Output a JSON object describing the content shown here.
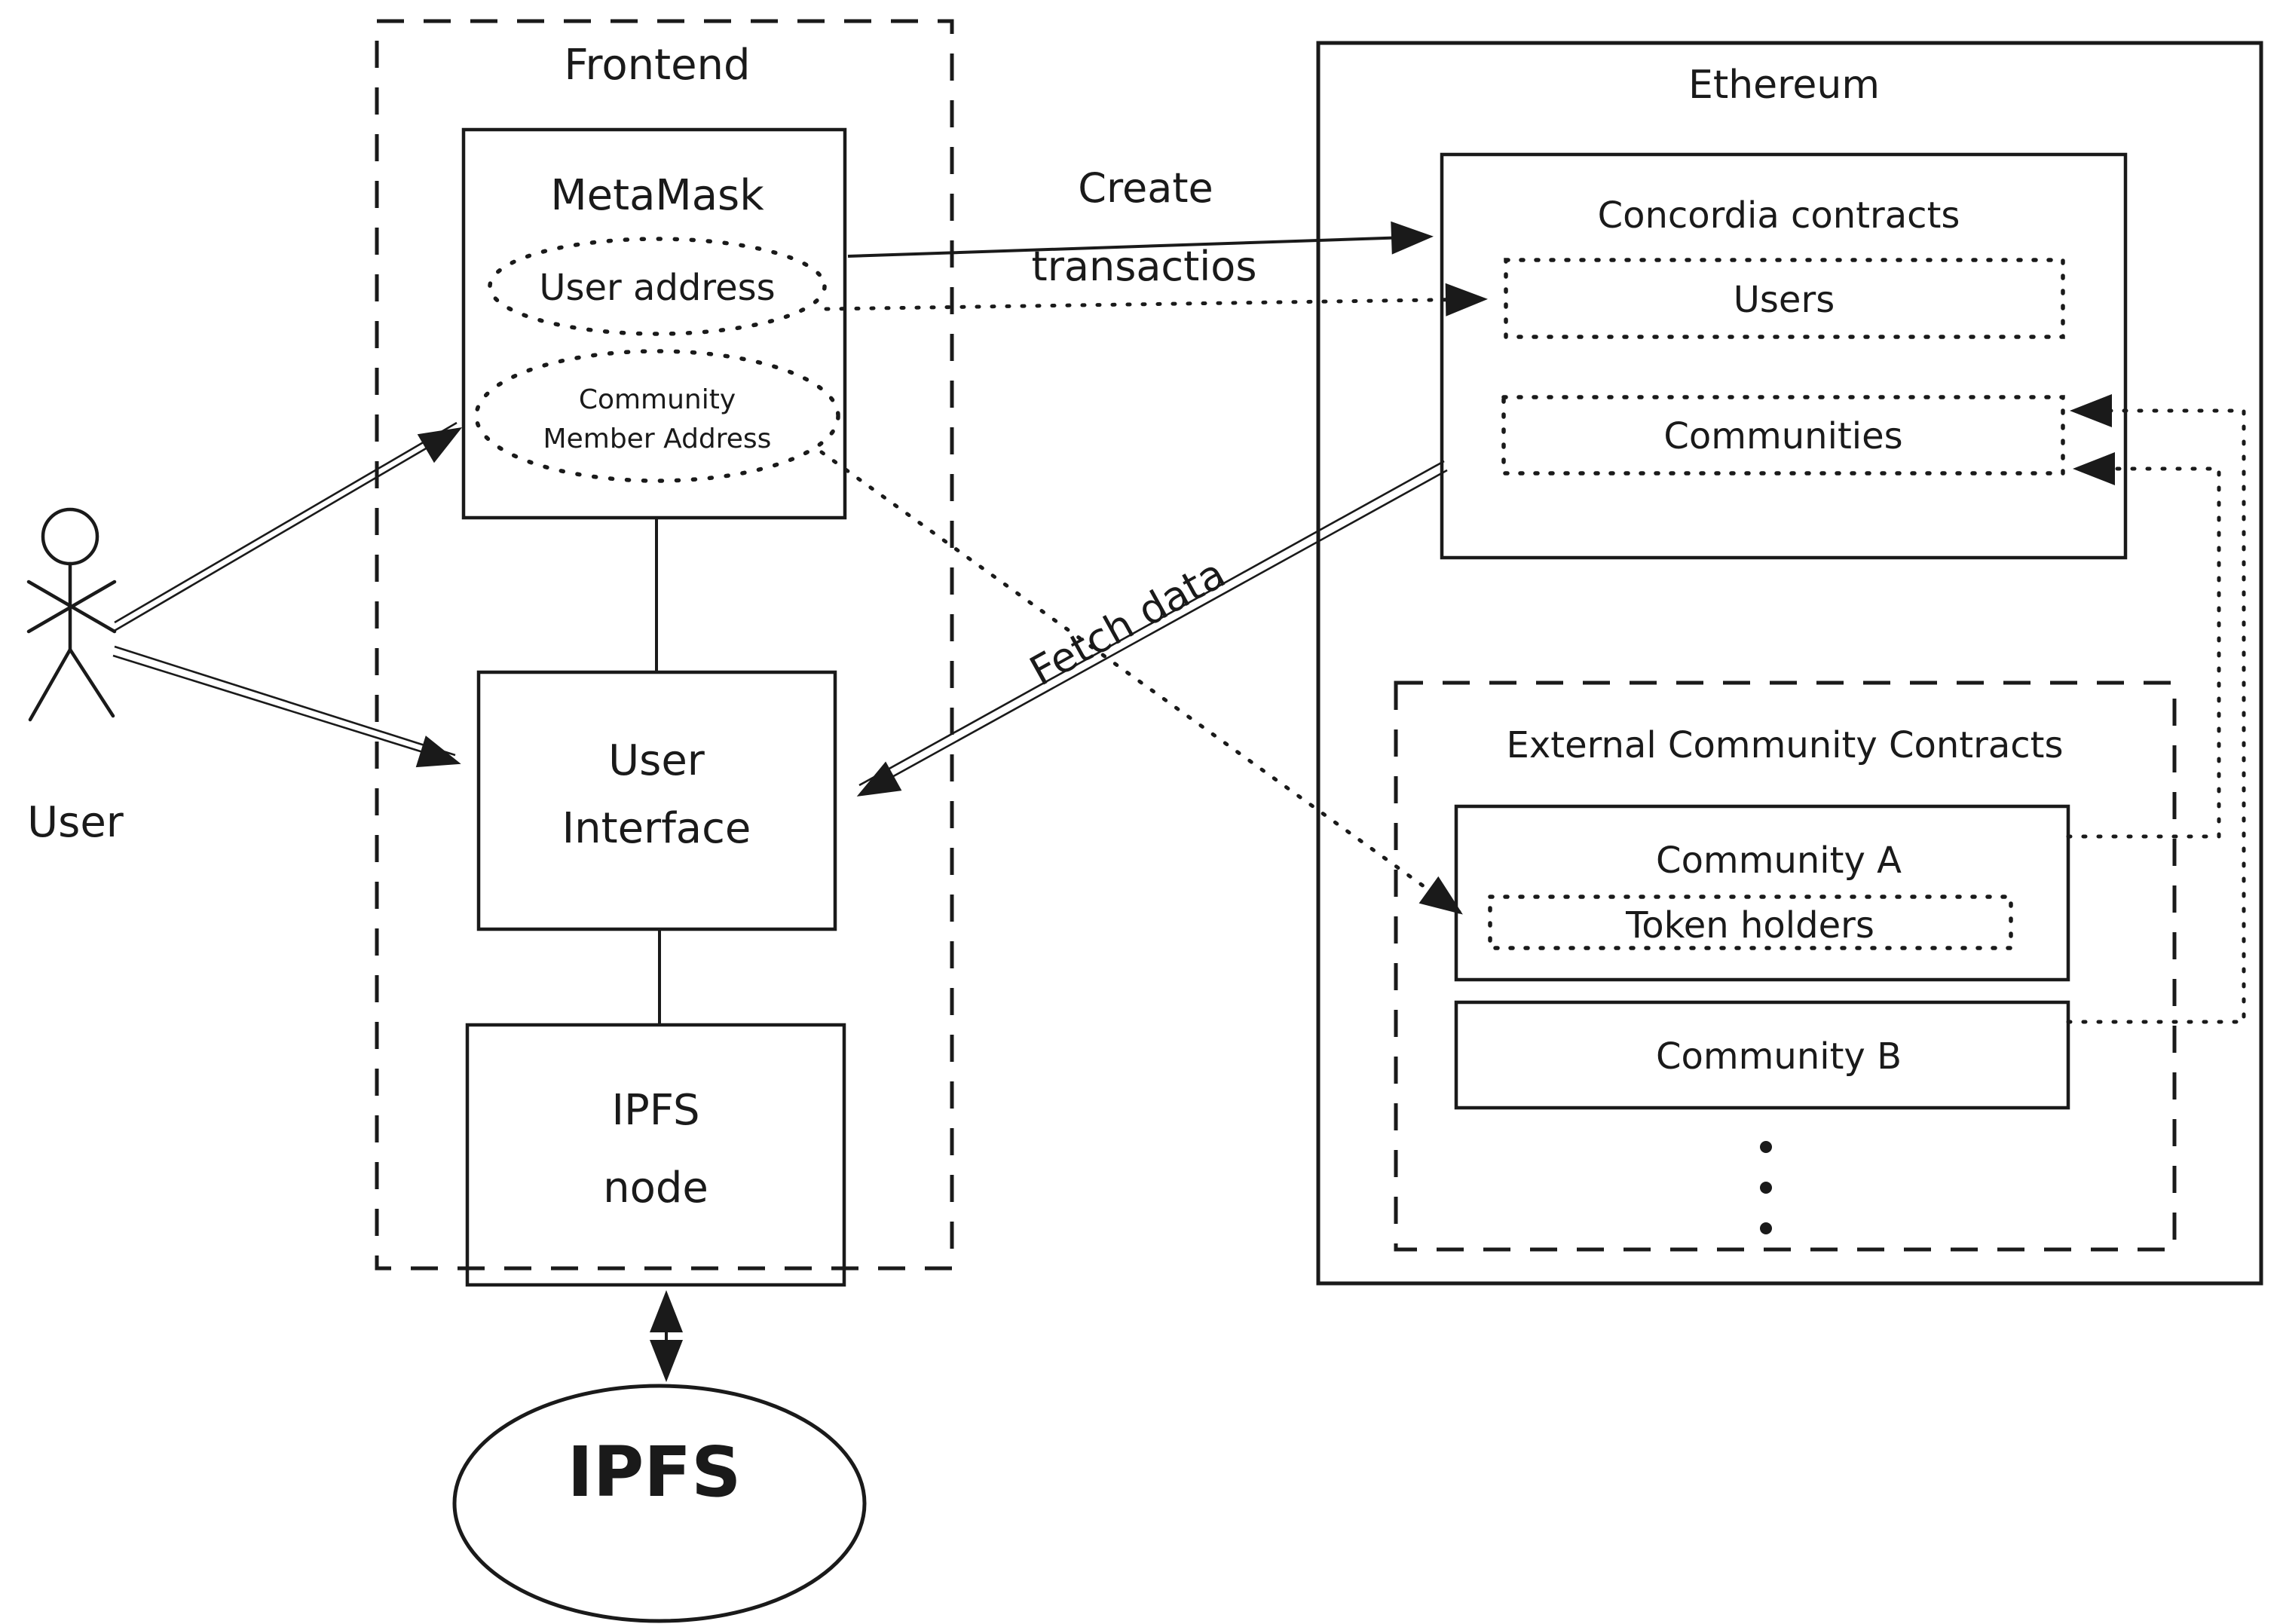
{
  "colors": {
    "ink": "#1a1a1a",
    "background": "#ffffff"
  },
  "actor": {
    "label": "User"
  },
  "frontend": {
    "label": "Frontend",
    "metamask": {
      "title": "MetaMask",
      "user_address": "User address",
      "community_member_line1": "Community",
      "community_member_line2": "Member Address"
    },
    "user_interface": {
      "line1": "User",
      "line2": "Interface"
    },
    "ipfs_node": {
      "line1": "IPFS",
      "line2": "node"
    }
  },
  "ipfs": {
    "label": "IPFS"
  },
  "ethereum": {
    "label": "Ethereum",
    "concordia": {
      "title": "Concordia contracts",
      "users": "Users",
      "communities": "Communities"
    },
    "external": {
      "title": "External Community Contracts",
      "community_a": {
        "title": "Community A",
        "token_holders": "Token holders"
      },
      "community_b": {
        "title": "Community B"
      }
    }
  },
  "edges": {
    "create_tx_line1": "Create",
    "create_tx_line2": "transactios",
    "fetch_data": "Fetch data"
  }
}
